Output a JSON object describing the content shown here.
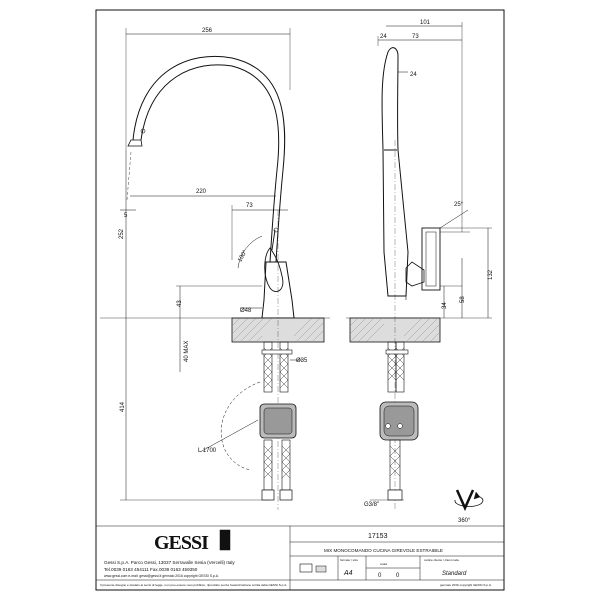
{
  "drawing": {
    "front_view": {
      "dim_width": "256",
      "dim_spout_reach": "220",
      "dim_outlet": "5",
      "dim_handle_offset": "73",
      "dim_angle": "100°",
      "dim_height": "252",
      "dim_base_height": "43",
      "dim_base_diameter": "Ø48",
      "dim_hole": "Ø35",
      "dim_max_thickness": "40 MAX",
      "dim_under_length": "414",
      "dim_hose_length": "L 1700"
    },
    "side_view": {
      "dim_total": "101",
      "dim_left": "24",
      "dim_right": "73",
      "dim_spout": "24",
      "dim_angle": "25°",
      "dim_132": "132",
      "dim_58": "58",
      "dim_34": "34",
      "dim_connection": "G3/8\""
    },
    "rotation_label": "360°"
  },
  "titleblock": {
    "logo_text": "GESSI",
    "code": "17153",
    "description": "MIX MONOCOMANDO CUCINA GIREVOLE ESTRAIBILE",
    "company_line": "Gessi S.p.A. Parco Gessi, 13037 Serravalle Sesia (Vercelli) Italy",
    "contacts_line": "Tel.0039 0163 454111  Fax.0039 0163 459350",
    "web_line": "www.gessi.com   e-mail: gessi@gessi.it   gennaio 2016   copyright GESSI S.p.A.",
    "format_label": "formato / size",
    "format_value": "A4",
    "scale_label": "scala",
    "scale_value": "0",
    "sheet_value": "0",
    "code_label": "codice cliente / client code",
    "code_value": "Standard",
    "footer_left": "Il presente disegno e tutelato ai sensi di legge, non puo essere reso pubblico, riprodotto senza l'autorizzazione scritta della GESSI S.p.A.",
    "footer_right": "gennaio 2016   copyright GESSI S.p.A."
  }
}
